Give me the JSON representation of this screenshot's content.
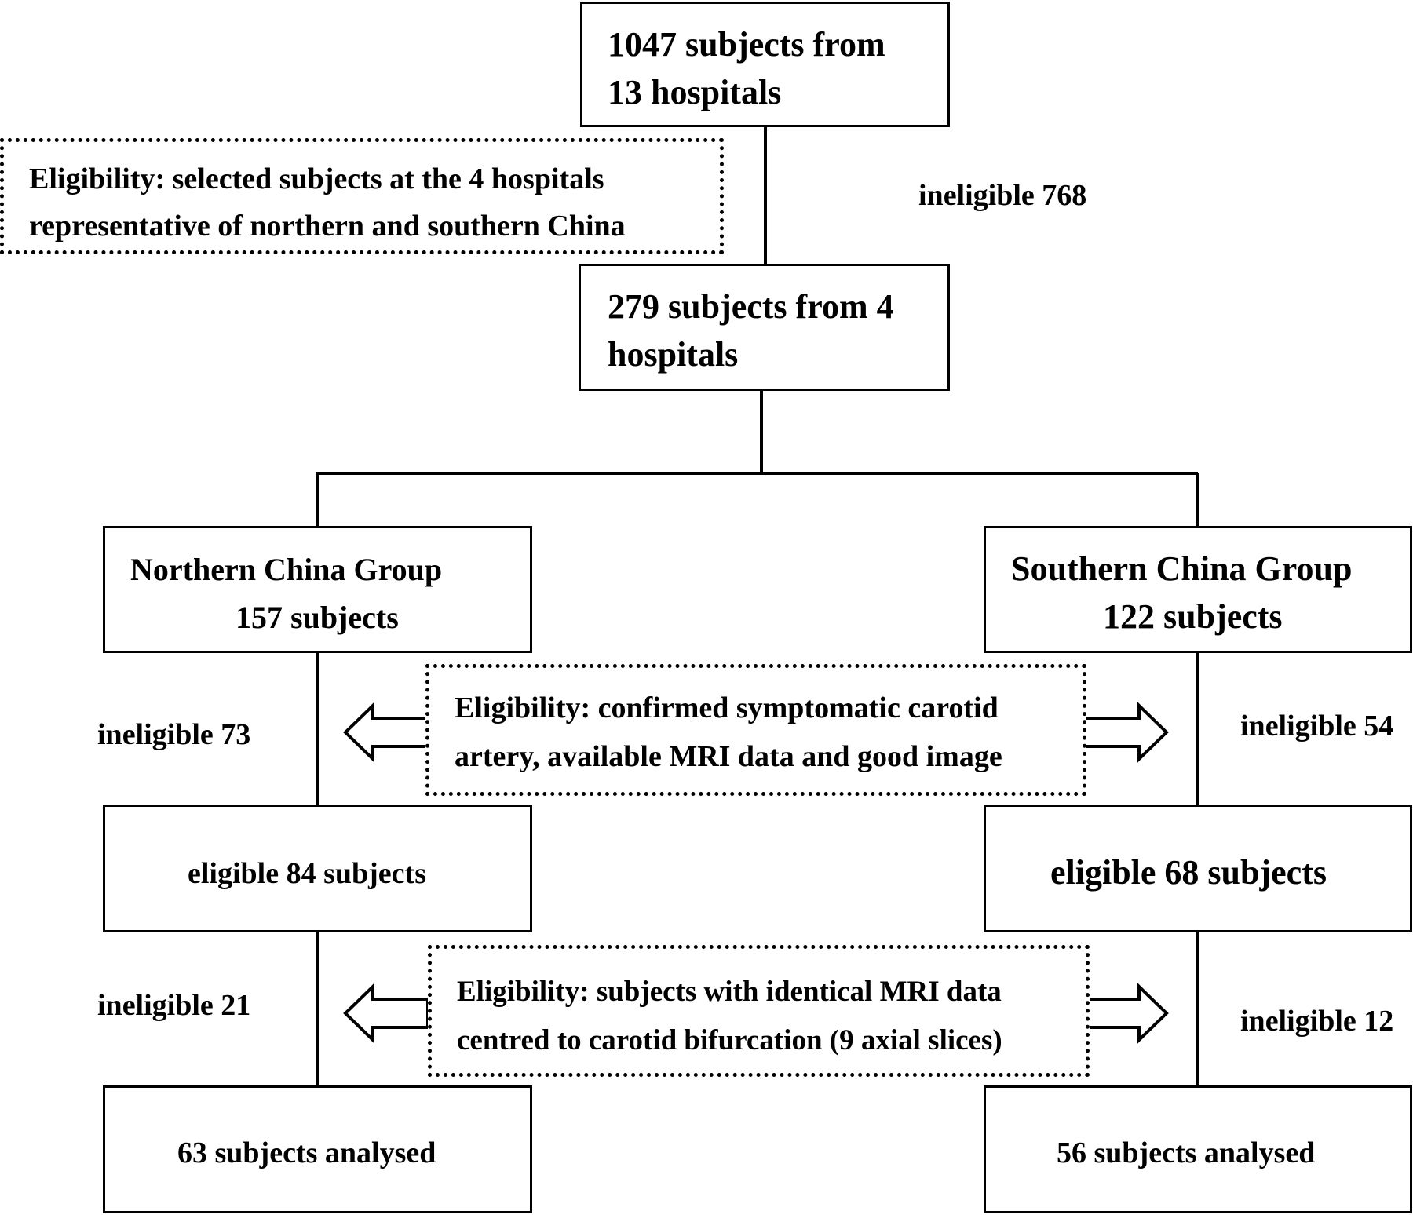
{
  "top_box": {
    "line1": "1047 subjects from",
    "line2": "13 hospitals"
  },
  "eligibility_1": {
    "line1": "Eligibility: selected subjects at the 4 hospitals",
    "line2": "representative of northern and southern China"
  },
  "ineligible_top": "ineligible 768",
  "mid_box": {
    "line1": "279 subjects from 4",
    "line2": "hospitals"
  },
  "north": {
    "group": {
      "line1": "Northern China Group",
      "line2": "157 subjects"
    },
    "ineligible_1": "ineligible 73",
    "eligible": "eligible 84 subjects",
    "ineligible_2": "ineligible 21",
    "analysed": "63 subjects analysed"
  },
  "south": {
    "group": {
      "line1": "Southern China Group",
      "line2": "122 subjects"
    },
    "ineligible_1": "ineligible 54",
    "eligible": "eligible 68 subjects",
    "ineligible_2": "ineligible 12",
    "analysed": "56 subjects analysed"
  },
  "eligibility_2": {
    "line1": "Eligibility: confirmed symptomatic carotid",
    "line2": "artery, available MRI data and good image"
  },
  "eligibility_3": {
    "line1": "Eligibility: subjects with identical MRI data",
    "line2": "centred to carotid bifurcation (9 axial slices)"
  },
  "colors": {
    "stroke": "#000000",
    "background": "#ffffff"
  }
}
